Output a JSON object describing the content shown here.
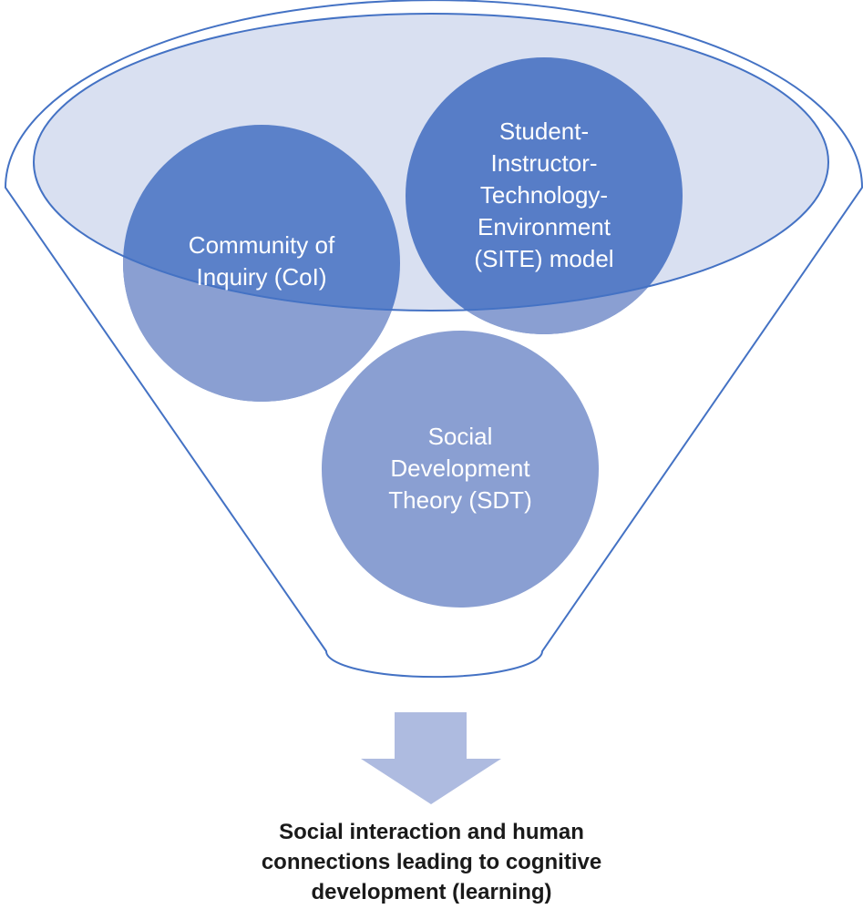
{
  "circles": {
    "col": "Community of\nInquiry (CoI)",
    "site": "Student-\nInstructor-\nTechnology-\nEnvironment\n(SITE) model",
    "sdt": "Social\nDevelopment\nTheory (SDT)"
  },
  "caption": "Social interaction and human\nconnections leading to cognitive\ndevelopment (learning)",
  "colors": {
    "outline": "#4472c4",
    "rim_fill": "#d9e0f1",
    "circle_dark": "#3f6bbf",
    "circle_light": "#8a9fd2",
    "arrow": "#aebbe0",
    "caption_text": "#1a1a1a"
  }
}
